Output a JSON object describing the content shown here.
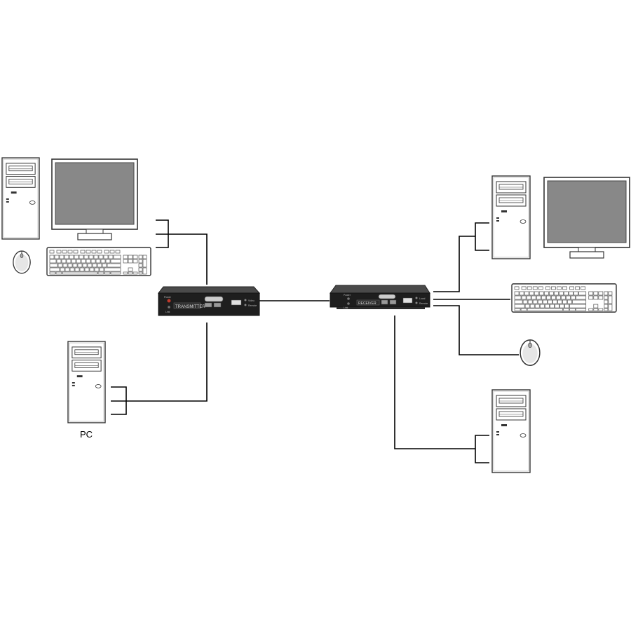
{
  "labels": {
    "pc": "PC",
    "transmitter_panel": "TRANSMITTER",
    "receiver_panel": "RECEIVER",
    "power_led": "Power",
    "link_led": "Link",
    "video_led": "Video",
    "remote_led": "Remote",
    "local_led": "Local"
  },
  "colors": {
    "cable": "#000000",
    "device_body": "#1e1e1e",
    "screen": "#8a8a8a",
    "outline": "#333333",
    "case_fill": "#ffffff"
  },
  "icons": [
    "computer-tower-icon",
    "monitor-icon",
    "keyboard-icon",
    "mouse-icon",
    "kvm-transmitter-icon",
    "kvm-receiver-icon"
  ]
}
